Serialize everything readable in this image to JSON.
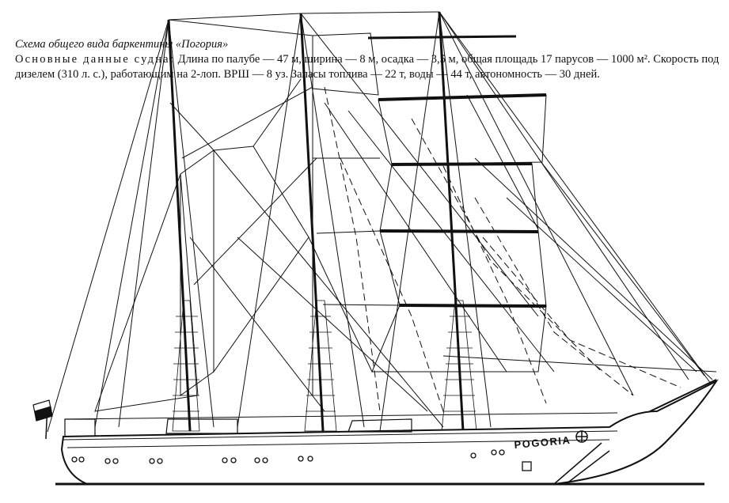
{
  "caption": {
    "title": "Схема общего вида баркентины «Погория»",
    "lead": "Основные данные судна:",
    "body": " Длина по палубе — 47 м, ширина — 8 м, осадка — 3,5 м, общая площадь 17 парусов — 1000 м². Скорость под дизелем (310 л. с.), работающим на 2-лоп. ВРШ — 8 уз. Запасы топлива — 22 т, воды — 44 т, автономность — 30 дней."
  },
  "hull": {
    "name": "POGORIA"
  },
  "colors": {
    "ink": "#111111",
    "background": "#ffffff"
  },
  "icons": {
    "flag": "stern-flag-icon",
    "emblem": "hull-emblem-icon"
  }
}
